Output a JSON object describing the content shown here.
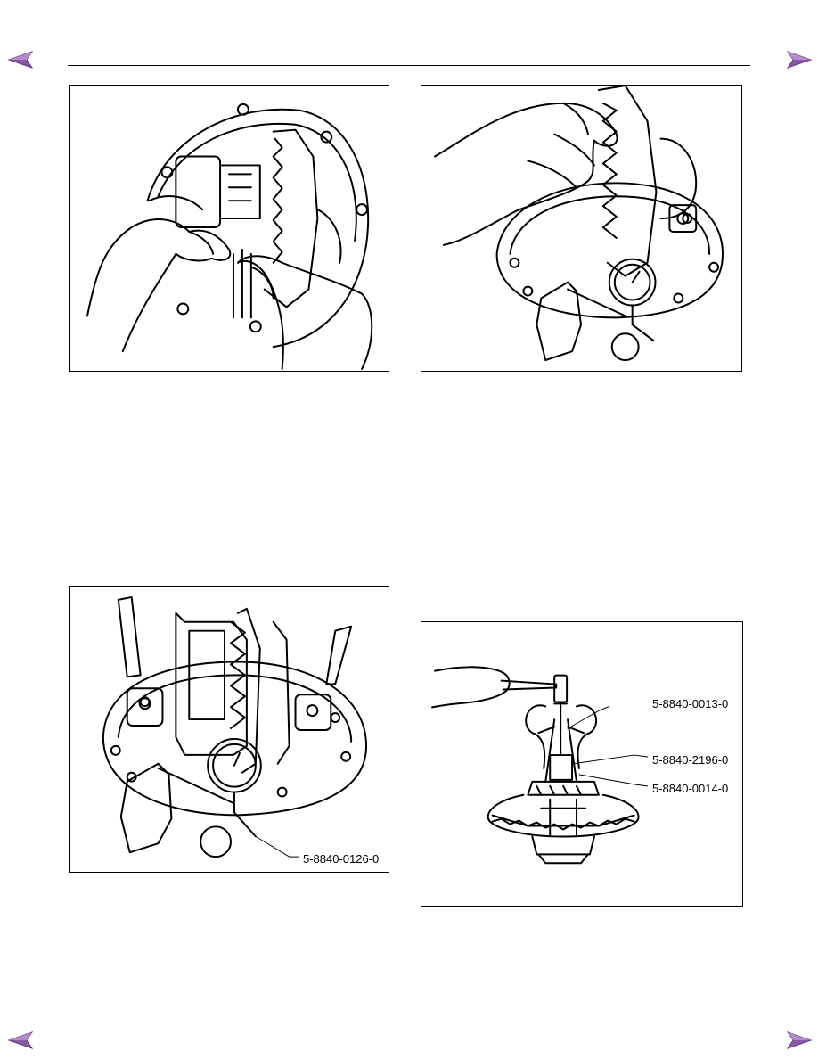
{
  "navigation": {
    "prev_icon": "prev-page-arrow-icon",
    "next_icon": "next-page-arrow-icon",
    "arrow_color": "#8a5aa8"
  },
  "figures": [
    {
      "name": "figure-ring-gear-hand-inspection",
      "callouts": []
    },
    {
      "name": "figure-dial-gauge-ring-gear-runout",
      "callouts": []
    },
    {
      "name": "figure-dial-gauge-backlash",
      "callouts": [
        "5-8840-0126-0"
      ]
    },
    {
      "name": "figure-bearing-puller",
      "callouts": [
        "5-8840-0013-0",
        "5-8840-2196-0",
        "5-8840-0014-0"
      ]
    }
  ]
}
